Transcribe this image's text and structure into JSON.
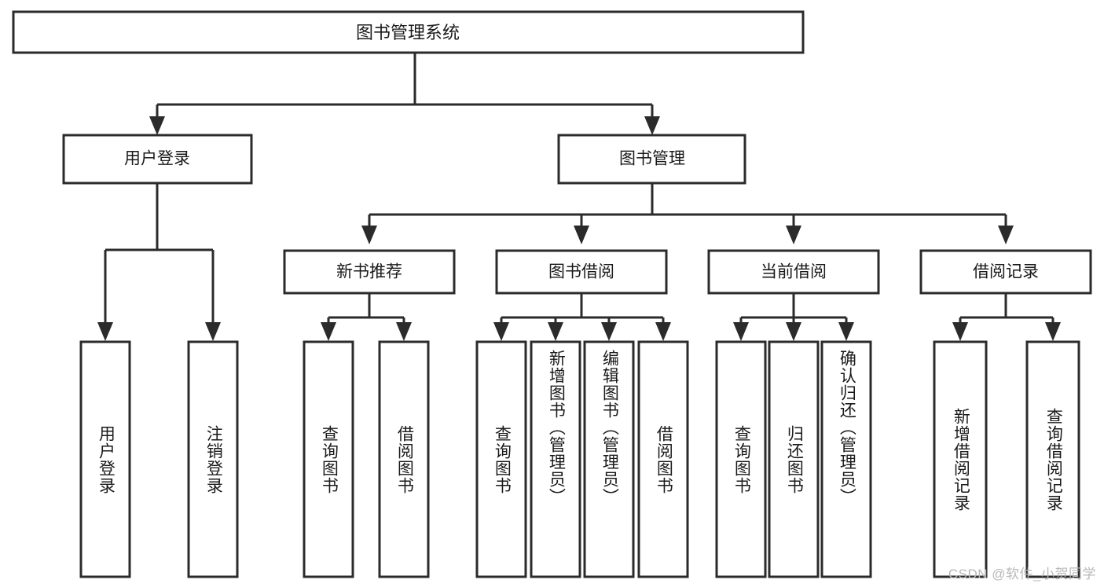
{
  "diagram": {
    "type": "hierarchy-tree",
    "title": "图书管理系统",
    "watermark": "CSDN @软件_小贺同学",
    "colors": {
      "box_stroke": "#2b2b2b",
      "box_fill": "#ffffff",
      "text": "#1a1a1a",
      "background": "#ffffff",
      "watermark": "#b8b8b8"
    },
    "root": {
      "label": "图书管理系统"
    },
    "level2": [
      {
        "label": "用户登录"
      },
      {
        "label": "图书管理"
      }
    ],
    "level3": [
      {
        "label": "新书推荐"
      },
      {
        "label": "图书借阅"
      },
      {
        "label": "当前借阅"
      },
      {
        "label": "借阅记录"
      }
    ],
    "leaves": {
      "user_login": [
        {
          "label": "用户登录"
        },
        {
          "label": "注销登录"
        }
      ],
      "new_book_recommend": [
        {
          "label": "查询图书"
        },
        {
          "label": "借阅图书"
        }
      ],
      "book_borrow": [
        {
          "label": "查询图书"
        },
        {
          "label": "新增图书（管理员）"
        },
        {
          "label": "编辑图书（管理员）"
        },
        {
          "label": "借阅图书"
        }
      ],
      "current_borrow": [
        {
          "label": "查询图书"
        },
        {
          "label": "归还图书"
        },
        {
          "label": "确认归还（管理员）"
        }
      ],
      "borrow_record": [
        {
          "label": "新增借阅记录"
        },
        {
          "label": "查询借阅记录"
        }
      ]
    }
  }
}
